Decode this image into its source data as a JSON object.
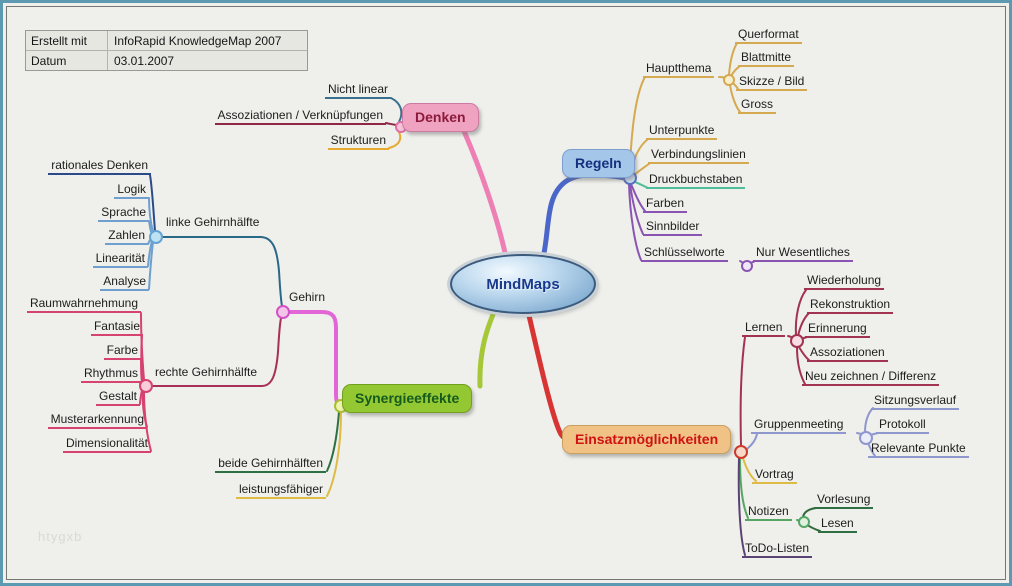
{
  "info": {
    "rows": [
      {
        "key": "Erstellt mit",
        "value": "InfoRapid KnowledgeMap 2007"
      },
      {
        "key": "Datum",
        "value": "03.01.2007"
      }
    ]
  },
  "watermark": "htygxb",
  "map": {
    "center": "MindMaps",
    "nodes": {
      "denken": "Denken",
      "nicht_linear": "Nicht linear",
      "assoziationen_verknuepfungen": "Assoziationen / Verknüpfungen",
      "strukturen": "Strukturen",
      "regeln": "Regeln",
      "hauptthema": "Hauptthema",
      "querformat": "Querformat",
      "blattmitte": "Blattmitte",
      "skizze_bild": "Skizze / Bild",
      "gross": "Gross",
      "unterpunkte": "Unterpunkte",
      "verbindungslinien": "Verbindungslinien",
      "druckbuchstaben": "Druckbuchstaben",
      "farben": "Farben",
      "sinnbilder": "Sinnbilder",
      "schluesselworte": "Schlüsselworte",
      "nur_wesentliches": "Nur Wesentliches",
      "rationales_denken": "rationales Denken",
      "logik": "Logik",
      "sprache": "Sprache",
      "zahlen": "Zahlen",
      "linearitaet": "Linearität",
      "analyse": "Analyse",
      "linke_gehirnhaelfte": "linke Gehirnhälfte",
      "gehirn": "Gehirn",
      "raumwahrnehmung": "Raumwahrnehmung",
      "fantasie": "Fantasie",
      "farbe": "Farbe",
      "rhythmus": "Rhythmus",
      "gestalt": "Gestalt",
      "musterarkennung": "Musterarkennung",
      "dimensionalitaet": "Dimensionalität",
      "rechte_gehirnhaelfte": "rechte Gehirnhälfte",
      "synergieeffekte": "Synergieeffekte",
      "beide_gehirnhaelften": "beide Gehirnhälften",
      "leistungsfaehiger": "leistungsfähiger",
      "einsatzmoeglichkeiten": "Einsatzmöglichkeiten",
      "lernen": "Lernen",
      "wiederholung": "Wiederholung",
      "rekonstruktion": "Rekonstruktion",
      "erinnerung": "Erinnerung",
      "assoziationen_lernen": "Assoziationen",
      "neu_zeichnen_differenz": "Neu zeichnen / Differenz",
      "gruppenmeeting": "Gruppenmeeting",
      "sitzungsverlauf": "Sitzungsverlauf",
      "protokoll": "Protokoll",
      "relevante_punkte": "Relevante Punkte",
      "vortrag": "Vortrag",
      "notizen": "Notizen",
      "vorlesung": "Vorlesung",
      "lesen": "Lesen",
      "todo_listen": "ToDo-Listen"
    },
    "colors": {
      "branch_denken": "#ee7fb4",
      "branch_regeln": "#4a66c8",
      "branch_synergieeffekte": "#a6c838",
      "branch_einsatzmoeglichkeiten": "#d83434",
      "branch_gehirn": "#e266d6",
      "box_denken_bg": "#f0a2c1",
      "box_regeln_bg": "#a3c6e9",
      "box_synergieeffekte_bg": "#94c832",
      "box_einsatzmoeglichkeiten_bg": "#f0c285",
      "center_fill": "#bcd8ee"
    }
  }
}
